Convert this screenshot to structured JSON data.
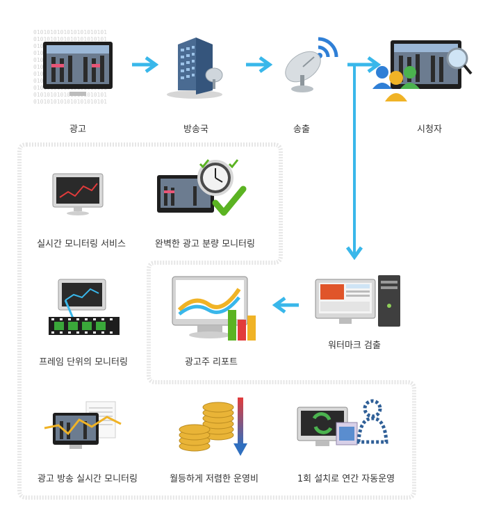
{
  "top_flow": {
    "ad": "광고",
    "broadcaster": "방송국",
    "transmission": "송출",
    "viewer": "시청자"
  },
  "services": {
    "realtime": "실시간 모니터링 서비스",
    "complete": "완벽한 광고 분량 모니터링",
    "frame": "프레임 단위의 모니터링",
    "broadcast_realtime": "광고 방송 실시간 모니터링",
    "monthly": "월등하게 저렴한 운영비",
    "one_install": "1회 설치로 연간 자동운영"
  },
  "process": {
    "watermark": "워터마크 검출",
    "report": "광고주 리포트"
  },
  "monitor_text": {
    "binary": "0101010101010101010101"
  },
  "colors": {
    "arrow": "#39b7ea",
    "panel_border": "#e6e6e6",
    "check_green": "#5bb322",
    "wifi_blue": "#2f7fd6"
  }
}
